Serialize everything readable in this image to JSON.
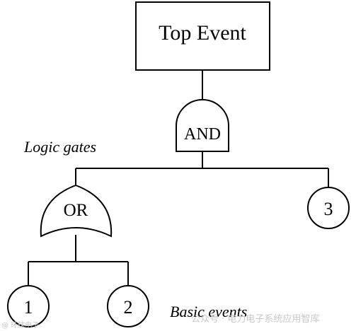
{
  "diagram": {
    "top_event": "Top Event",
    "and_gate": "AND",
    "or_gate": "OR",
    "logic_gates_label": "Logic gates",
    "basic_events_label": "Basic events",
    "events": {
      "e1": "1",
      "e2": "2",
      "e3": "3"
    }
  },
  "watermark": {
    "left": "@ 环球电子",
    "right": "公众号 · 电力电子系统应用智库"
  }
}
